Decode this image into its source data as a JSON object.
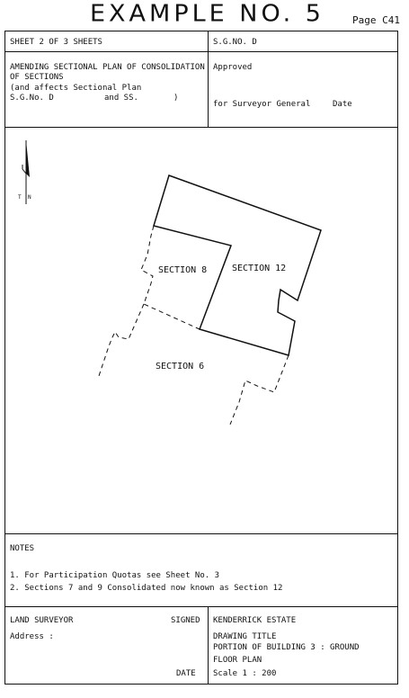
{
  "header": {
    "title": "EXAMPLE NO. 5",
    "page": "Page C41"
  },
  "top_block": {
    "sheet": "SHEET 2 OF 3 SHEETS",
    "sg_no": "S.G.NO. D",
    "amending_line1": "AMENDING SECTIONAL PLAN OF CONSOLIDATION",
    "amending_line2": "OF SECTIONS",
    "affects_line1": "(and affects Sectional Plan",
    "affects_sg": "S.G.No. D",
    "affects_and": "and SS.",
    "affects_close": ")",
    "approved": "Approved",
    "for_surveyor": "for Surveyor General",
    "date": "Date"
  },
  "north_arrow": {
    "label_t": "T",
    "label_n": "N"
  },
  "plan_labels": {
    "section8": "SECTION 8",
    "section12": "SECTION 12",
    "section6": "SECTION 6"
  },
  "notes": {
    "heading": "NOTES",
    "items": [
      "1. For Participation Quotas see Sheet No. 3",
      "2. Sections 7 and 9 Consolidated now known as Section 12"
    ]
  },
  "footer": {
    "land_surveyor": "LAND SURVEYOR",
    "signed": "SIGNED",
    "address": "Address :",
    "date": "DATE",
    "estate": "KENDERRICK ESTATE",
    "drawing_title": "DRAWING TITLE",
    "portion_line1": "PORTION OF BUILDING 3 : GROUND",
    "portion_line2": "FLOOR PLAN",
    "scale": "Scale 1 : 200"
  }
}
